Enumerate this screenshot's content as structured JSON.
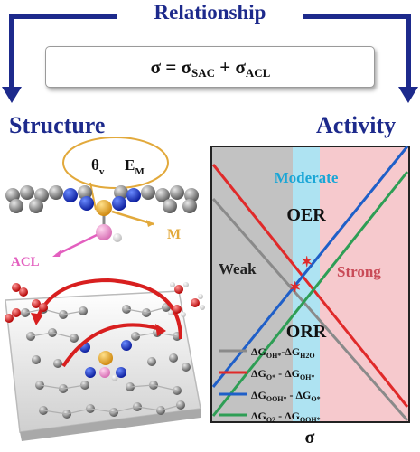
{
  "title": "Relationship",
  "formula": {
    "lhs": "σ",
    "eq": " = ",
    "term1": "σ",
    "term1_sub": "SAC",
    "plus": " + ",
    "term2": "σ",
    "term2_sub": "ACL"
  },
  "left_panel": {
    "heading": "Structure",
    "bubble_theta": "θ",
    "bubble_theta_sub": "v",
    "bubble_e": "E",
    "bubble_e_sub": "M",
    "label_m": "M",
    "label_acl": "ACL"
  },
  "right_panel": {
    "heading": "Activity",
    "regions": {
      "moderate": "Moderate",
      "weak": "Weak",
      "strong": "Strong"
    },
    "label_oer": "OER",
    "label_orr": "ORR",
    "x_label": "σ",
    "legend": [
      {
        "main": "ΔG",
        "sub1": "OH*",
        "mid": "-ΔG",
        "sub2": "H2O",
        "color": "#8a8a8a"
      },
      {
        "main": "ΔG",
        "sub1": "O*",
        "mid": " - ΔG",
        "sub2": "OH*",
        "color": "#e02a2a"
      },
      {
        "main": "ΔG",
        "sub1": "OOH*",
        "mid": " - ΔG",
        "sub2": "O*",
        "color": "#1f5fc8"
      },
      {
        "main": "ΔG",
        "sub1": "O2",
        "mid": " - ΔG",
        "sub2": "OOH*",
        "color": "#2e9e55"
      }
    ],
    "colors": {
      "weak_bg": "#c2c2c2",
      "moderate_bg": "#aee3f2",
      "strong_bg": "#f6c9cd",
      "moderate_text": "#1aa6d6",
      "strong_text": "#c94b58"
    }
  }
}
